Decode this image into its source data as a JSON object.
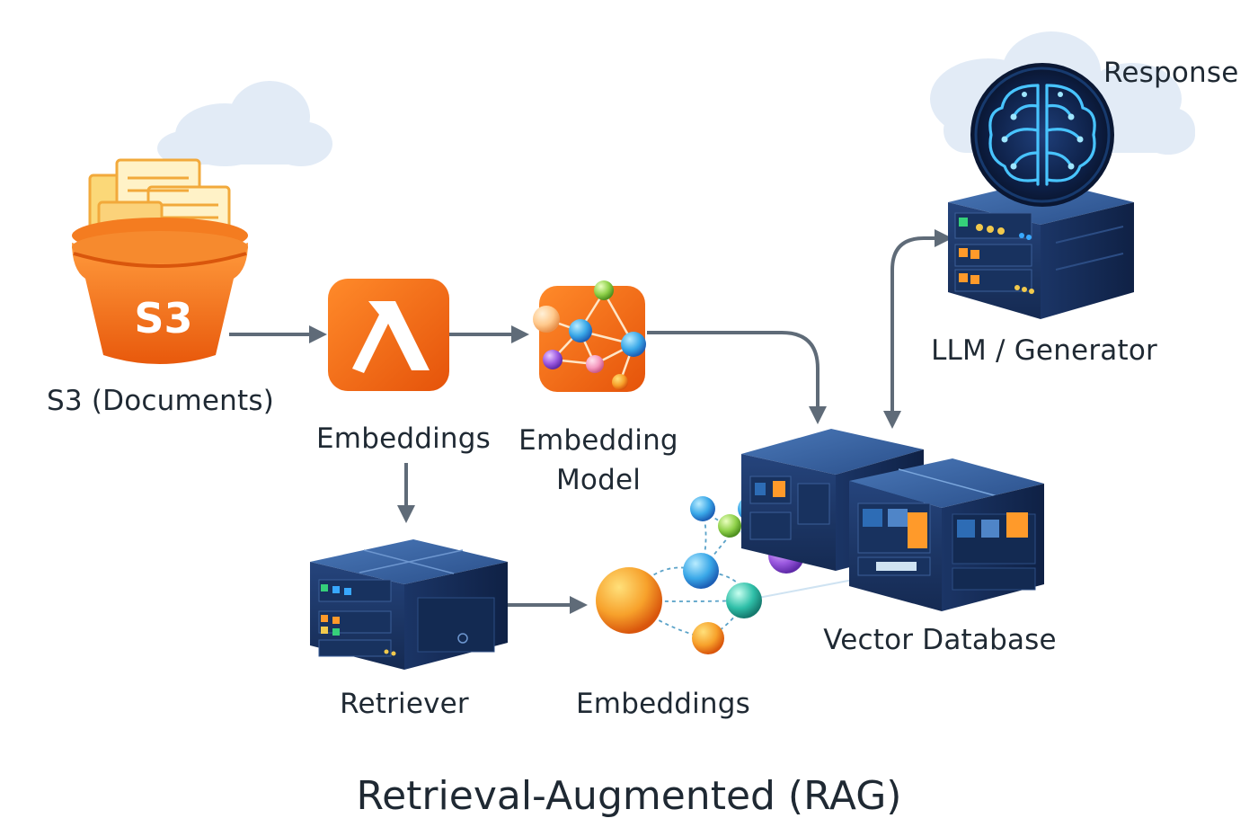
{
  "diagram": {
    "title": "Retrieval-Augmented (RAG)",
    "nodes": {
      "s3": {
        "label": "S3 (Documents)",
        "badge": "S3",
        "icon": "s3-bucket-icon"
      },
      "lambda": {
        "label": "Embeddings",
        "icon": "lambda-icon"
      },
      "embedding_model": {
        "label_line1": "Embedding",
        "label_line2": "Model",
        "icon": "network-graph-icon"
      },
      "vector_db": {
        "label": "Vector Database",
        "icon": "database-server-icon"
      },
      "llm": {
        "label": "LLM / Generator",
        "icon": "brain-icon"
      },
      "response": {
        "label": "Response",
        "icon": "cloud-icon"
      },
      "retriever": {
        "label": "Retriever",
        "icon": "server-icon"
      },
      "embeddings": {
        "label": "Embeddings",
        "icon": "spheres-icon"
      }
    },
    "colors": {
      "orange": "#f26f21",
      "server_blue": "#1f3e73",
      "arrow_gray": "#5f6b78",
      "text": "#1f2933"
    }
  }
}
